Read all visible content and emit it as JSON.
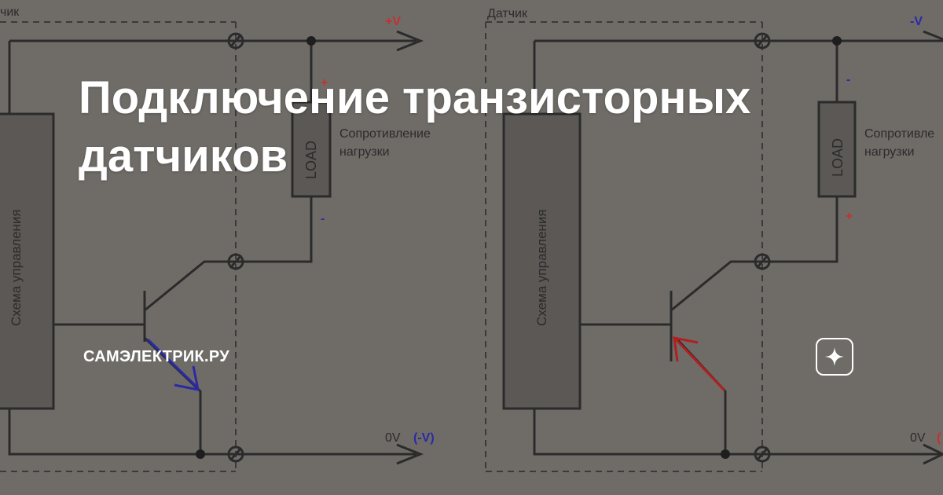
{
  "card": {
    "title": "Подключение транзисторных датчиков",
    "site_name": "САМЭЛЕКТРИК.РУ"
  },
  "diagram_left": {
    "sensor_label": "чик",
    "supply_pos": "+V",
    "ground": "0V",
    "ground_alt": "(-V)",
    "load_pos": "+",
    "load_neg": "-",
    "load_text": "LOAD",
    "resistance_line1": "Сопротивление",
    "resistance_line2": "нагрузки",
    "control_block": "Схема управления",
    "arrow_color": "#2a2aa6"
  },
  "diagram_right": {
    "sensor_label": "Датчик",
    "supply_neg": "-V",
    "ground": "0V",
    "ground_alt": "(",
    "load_neg": "-",
    "load_pos": "+",
    "load_text": "LOAD",
    "resistance_line1": "Сопротивле",
    "resistance_line2": "нагрузки",
    "control_block": "Схема управления",
    "arrow_color": "#b02020"
  }
}
